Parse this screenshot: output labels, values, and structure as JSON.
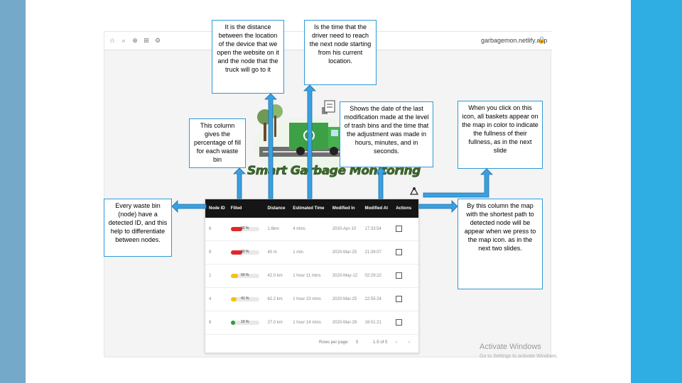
{
  "browser": {
    "url": "garbagemon.netlify.app",
    "icons": [
      "star-icon",
      "search-icon",
      "zoom-icon",
      "translate-icon",
      "settings-icon"
    ]
  },
  "logo": {
    "text": "Smart Garbage Monitoring"
  },
  "table": {
    "headers": [
      "Node ID",
      "Filled",
      "Distance",
      "Estimated Time",
      "Modified In",
      "Modified At",
      "Actions"
    ],
    "rows": [
      {
        "id": "6",
        "fill_pct": 80,
        "fill_label": "80 %",
        "color": "#e0282a",
        "distance": "1.6km",
        "time": "4 mins",
        "date": "2020-Apr-10",
        "at": "17:33:54"
      },
      {
        "id": "9",
        "fill_pct": 80,
        "fill_label": "80 %",
        "color": "#e0282a",
        "distance": "40 m",
        "time": "1 min",
        "date": "2020-Mar-25",
        "at": "21:39:07"
      },
      {
        "id": "1",
        "fill_pct": 50,
        "fill_label": "50 %",
        "color": "#f2c40a",
        "distance": "42.0 km",
        "time": "1 hour 11 mins",
        "date": "2020-May-12",
        "at": "02:29:22"
      },
      {
        "id": "4",
        "fill_pct": 41,
        "fill_label": "41 %",
        "color": "#f2c40a",
        "distance": "62.2 km",
        "time": "1 hour 23 mins",
        "date": "2020-Mar-25",
        "at": "22:55:24"
      },
      {
        "id": "8",
        "fill_pct": 15,
        "fill_label": "15 %",
        "color": "#2e9c3b",
        "distance": "27.0 km",
        "time": "1 hour 14 mins",
        "date": "2020-Mar-28",
        "at": "16:01:21"
      }
    ],
    "footer": {
      "rows_per_page": "Rows per page:",
      "per_page_value": "5",
      "range": "1-5 of 5"
    }
  },
  "notes": {
    "distance": "It is the distance between the location of the device that we open the website on it and the node that the truck will go to it",
    "time": "Is the time that the driver need to reach the next node starting from his current location.",
    "fill": "This column gives the percentage of fill for each waste bin",
    "modified": "Shows the date of the last modification made at the level of trash bins and the time that the adjustment was made in hours, minutes, and in seconds.",
    "map_icon": "When you click on this icon, all baskets appear on the map in color to indicate the fullness of their fullness, as in the next slide",
    "node_id": "Every waste bin (node) have a detected ID, and this help to differentiate between nodes.",
    "actions": "By this column the map with the shortest path to detected node will be appear when we press to the map icon. as in the next two slides."
  },
  "watermark": {
    "title": "Activate Windows",
    "subtitle": "Go to Settings to activate Windows."
  }
}
